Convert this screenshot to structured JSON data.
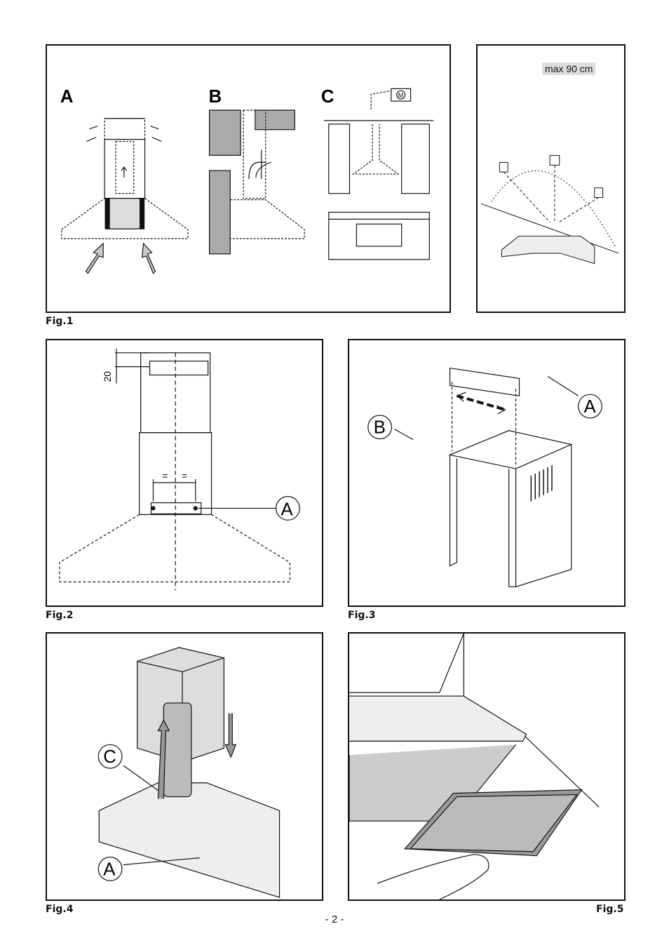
{
  "fig1": {
    "caption": "Fig.1",
    "label_a": "A",
    "label_b": "B",
    "label_c": "C",
    "motor": "M",
    "max_label": "max 90 cm"
  },
  "fig2": {
    "caption": "Fig.2",
    "dim": "20",
    "eq1": "=",
    "eq2": "=",
    "label_a": "A"
  },
  "fig3": {
    "caption": "Fig.3",
    "label_a": "A",
    "label_b": "B"
  },
  "fig4": {
    "caption": "Fig.4",
    "label_a": "A",
    "label_c": "C"
  },
  "fig5": {
    "caption": "Fig.5"
  },
  "page_number": "- 2 -"
}
